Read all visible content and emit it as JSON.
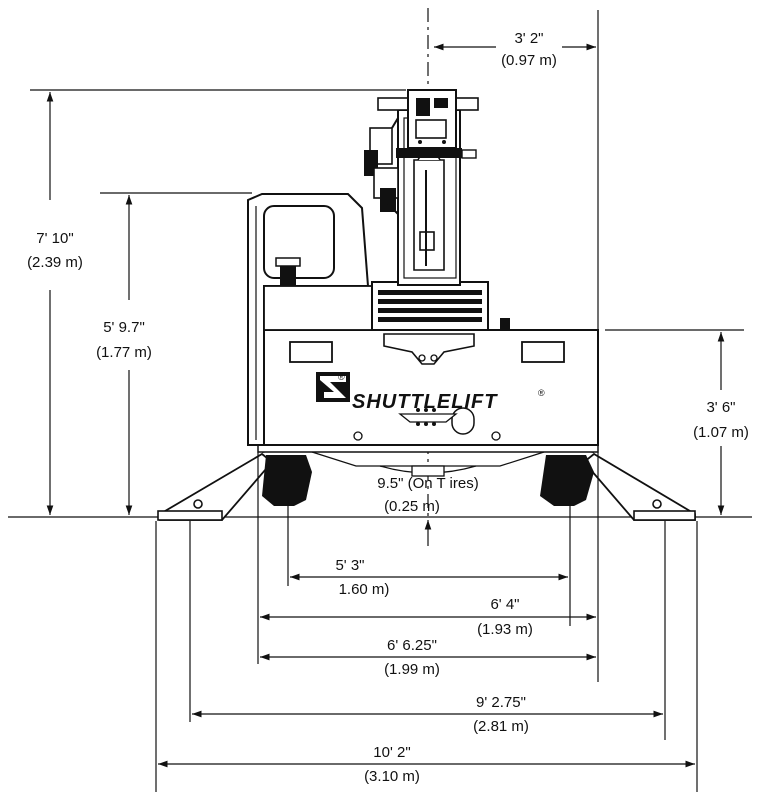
{
  "brand": {
    "logo_text": "SHUTTLELIFT",
    "registered_mark": "®"
  },
  "dimensions": {
    "top_offset": {
      "imperial": "3' 2\"",
      "metric": "(0.97 m)"
    },
    "overall_height": {
      "imperial": "7' 10\"",
      "metric": "(2.39 m)"
    },
    "cab_height": {
      "imperial": "5' 9.7\"",
      "metric": "(1.77 m)"
    },
    "frame_height": {
      "imperial": "3' 6\"",
      "metric": "(1.07 m)"
    },
    "ground_clearance": {
      "imperial": "9.5\" (On T ires)",
      "metric": "(0.25 m)"
    },
    "track_inner": {
      "imperial": "5' 3\"",
      "metric": "1.60 m)"
    },
    "track_outer": {
      "imperial": "6' 4\"",
      "metric": "(1.93 m)"
    },
    "body_width": {
      "imperial": "6' 6.25\"",
      "metric": "(1.99 m)"
    },
    "outrigger_pads": {
      "imperial": "9' 2.75\"",
      "metric": "(2.81 m)"
    },
    "overall_width": {
      "imperial": "10' 2\"",
      "metric": "(3.10 m)"
    }
  }
}
